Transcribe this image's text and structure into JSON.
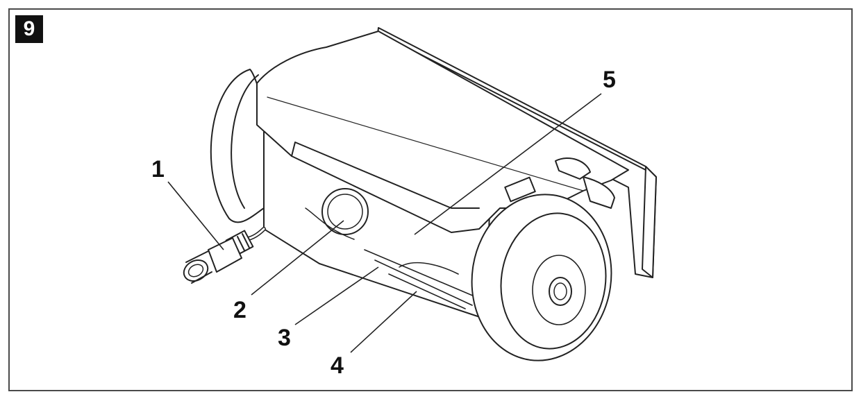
{
  "figure": {
    "number": "9"
  },
  "callouts": [
    {
      "label": "1"
    },
    {
      "label": "2"
    },
    {
      "label": "3"
    },
    {
      "label": "4"
    },
    {
      "label": "5"
    }
  ],
  "colors": {
    "ink": "#111111",
    "frame": "#4a4a4a",
    "paper": "#ffffff"
  }
}
